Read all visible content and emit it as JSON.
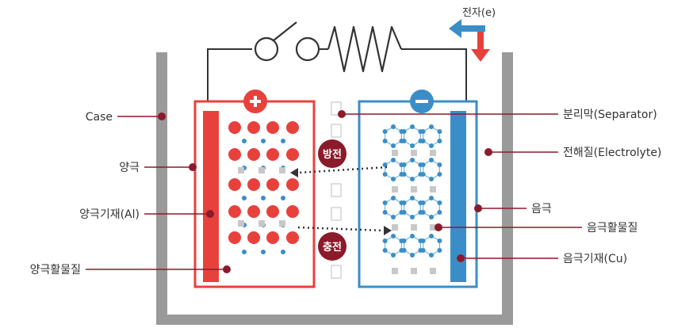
{
  "labels": {
    "case": "Case",
    "cathode": "양극",
    "cathode_collector": "양극기재(Al)",
    "cathode_active": "양극활물질",
    "separator": "분리막(Separator)",
    "electrolyte": "전해질(Electrolyte)",
    "anode": "음극",
    "anode_active": "음극활물질",
    "anode_collector": "음극기재(Cu)",
    "electron": "전자(e)",
    "discharge": "방전",
    "charge": "충전"
  },
  "colors": {
    "cathode": "#e8413c",
    "anode": "#3a8ec8",
    "case": "#9a9a9a",
    "leader": "#8b1a2b",
    "ion": "#3a8ec8",
    "badge": "#8b1a2b",
    "text": "#333333"
  },
  "icons": {
    "plus_terminal": "plus-icon",
    "minus_terminal": "minus-icon",
    "switch": "switch-icon",
    "resistor": "resistor-icon",
    "electron_flow": "electron-flow-arrow-icon"
  }
}
